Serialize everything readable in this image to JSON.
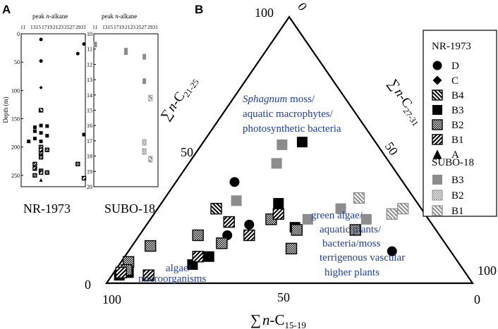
{
  "panel_a": {
    "letter": "A",
    "ylabel": "Depth (m)",
    "nr": {
      "header": "peak n-alkane",
      "header_parts": [
        "peak ",
        "n",
        "-alkane"
      ],
      "x_ticks": [
        "11",
        "1315",
        "1719",
        "2123",
        "2527",
        "2931"
      ],
      "y_ticks": [
        "0",
        "50",
        "100",
        "150",
        "200",
        "250"
      ],
      "name": "NR-1973"
    },
    "subo": {
      "header": "peak n-alkane",
      "header_parts": [
        "peak ",
        "n",
        "-alkane"
      ],
      "x_ticks": [
        "11",
        "1315",
        "1719",
        "2123",
        "2527",
        "2931"
      ],
      "y_ticks": [
        "10",
        "11",
        "12",
        "13",
        "14",
        "15",
        "16",
        "17",
        "18",
        "19",
        "20"
      ],
      "name": "SUBO-18"
    }
  },
  "panel_b": {
    "letter": "B",
    "axis_top_apex": "100",
    "axis_top_corner": "0",
    "axis_left_mid": "50",
    "axis_left_bottom": "0",
    "axis_right_mid": "50",
    "axis_right_bottom": "100",
    "axis_bottom_left": "100",
    "axis_bottom_mid": "50",
    "axis_bottom_right": "0",
    "label_left": {
      "prefix": "∑",
      "n": "n",
      "sub": "21-25"
    },
    "label_right": {
      "prefix": "∑",
      "n": "n",
      "sub": "27-31"
    },
    "label_bottom": {
      "prefix": "∑",
      "n": "n",
      "sub": "15-19"
    },
    "region_top": [
      "Sphagnum moss/",
      "aquatic macrophytes/",
      "photosynthetic bacteria"
    ],
    "region_top_italic": "Sphagnum",
    "region_right": [
      "green algae/",
      "aquatic plants/",
      "bacteria/moss",
      "terrigenous vascular",
      "higher plants"
    ],
    "region_left": [
      "algae/",
      "microorganisms"
    ]
  },
  "legend": {
    "group1": "NR-1973",
    "group2": "SUBO-18",
    "nr_items": [
      "D",
      "C",
      "B4",
      "B3",
      "B2",
      "B1",
      "A"
    ],
    "subo_items": [
      "B3",
      "B2",
      "B1"
    ]
  },
  "colors": {
    "black": "#000000",
    "grey": "#8c8c8c",
    "blue": "#1f3fa0"
  },
  "chart_data": [
    {
      "type": "scatter",
      "subplot": "A-NR-1973",
      "x_categories": [
        "11",
        "13",
        "15",
        "17",
        "19",
        "21",
        "23",
        "25",
        "27",
        "29",
        "31"
      ],
      "ylim": [
        270,
        0
      ],
      "series": [
        {
          "name": "D",
          "points": [
            [
              17,
              10
            ],
            [
              17,
              48
            ],
            [
              29,
              35
            ],
            [
              31,
              18
            ]
          ]
        },
        {
          "name": "C",
          "points": [
            [
              17,
              95
            ]
          ]
        },
        {
          "name": "B4",
          "points": [
            [
              17,
              135
            ]
          ]
        },
        {
          "name": "B3",
          "points": [
            [
              15,
              165
            ],
            [
              17,
              162
            ],
            [
              19,
              163
            ],
            [
              15,
              172
            ],
            [
              17,
              175
            ],
            [
              19,
              180
            ],
            [
              15,
              185
            ],
            [
              17,
              190
            ],
            [
              13,
              190
            ],
            [
              31,
              178
            ]
          ]
        },
        {
          "name": "B2",
          "points": [
            [
              17,
              200
            ],
            [
              19,
              205
            ],
            [
              17,
              210
            ],
            [
              17,
              218
            ],
            [
              15,
              230
            ],
            [
              17,
              242
            ],
            [
              19,
              245
            ],
            [
              15,
              250
            ],
            [
              29,
              230
            ]
          ]
        },
        {
          "name": "B1",
          "points": [
            [
              17,
              205
            ],
            [
              15,
              238
            ],
            [
              17,
              245
            ],
            [
              31,
              255
            ]
          ]
        },
        {
          "name": "A",
          "points": [
            [
              17,
              258
            ]
          ]
        }
      ]
    },
    {
      "type": "scatter",
      "subplot": "A-SUBO-18",
      "x_categories": [
        "11",
        "13",
        "15",
        "17",
        "19",
        "21",
        "23",
        "25",
        "27",
        "29",
        "31"
      ],
      "ylim": [
        20,
        10
      ],
      "series": [
        {
          "name": "B3",
          "points": [
            [
              11,
              10.7
            ],
            [
              21,
              11.1
            ],
            [
              21,
              11.2
            ],
            [
              27,
              11.5
            ],
            [
              27,
              13.1
            ]
          ]
        },
        {
          "name": "B2",
          "points": [
            [
              27,
              17.1
            ],
            [
              27,
              17.7
            ]
          ]
        },
        {
          "name": "B1",
          "points": [
            [
              29,
              14.2
            ],
            [
              29,
              18.2
            ]
          ]
        }
      ]
    },
    {
      "type": "scatter",
      "subplot": "B-ternary",
      "axes": [
        "n-C21-25",
        "n-C27-31",
        "n-C15-19"
      ],
      "series": [
        {
          "name": "NR-1973 D",
          "points": [
            [
              38,
              16,
              46
            ],
            [
              22,
              28,
              50
            ],
            [
              18,
              24,
              58
            ],
            [
              12,
              72,
              16
            ]
          ]
        },
        {
          "name": "NR-1973 B4",
          "points": [
            [
              28,
              16,
              56
            ]
          ]
        },
        {
          "name": "NR-1973 B3",
          "points": [
            [
              53,
              27,
              20
            ],
            [
              30,
              32,
              38
            ],
            [
              21,
              41,
              38
            ],
            [
              7,
              20,
              73
            ],
            [
              10,
              23,
              67
            ],
            [
              4,
              4,
              92
            ],
            [
              3,
              2,
              95
            ]
          ]
        },
        {
          "name": "NR-1973 B2",
          "points": [
            [
              24,
              33,
              43
            ],
            [
              20,
              42,
              38
            ],
            [
              13,
              44,
              43
            ],
            [
              18,
              16,
              66
            ],
            [
              15,
              24,
              61
            ],
            [
              14,
              5,
              81
            ],
            [
              8,
              2,
              90
            ],
            [
              5,
              3,
              92
            ],
            [
              20,
              58,
              22
            ]
          ]
        },
        {
          "name": "NR-1973 B1",
          "points": [
            [
              23,
              22,
              55
            ],
            [
              26,
              34,
              40
            ],
            [
              18,
              30,
              52
            ],
            [
              10,
              20,
              70
            ],
            [
              4,
              2,
              94
            ],
            [
              3,
              10,
              87
            ]
          ]
        },
        {
          "name": "SUBO-18 B3",
          "points": [
            [
              52,
              22,
              26
            ],
            [
              45,
              24,
              31
            ],
            [
              31,
              20,
              49
            ],
            [
              24,
              43,
              33
            ],
            [
              28,
              50,
              22
            ],
            [
              24,
              59,
              17
            ]
          ]
        },
        {
          "name": "SUBO-18 B1",
          "points": [
            [
              32,
              53,
              15
            ],
            [
              26,
              65,
              9
            ],
            [
              28,
              67,
              5
            ]
          ]
        }
      ]
    }
  ]
}
